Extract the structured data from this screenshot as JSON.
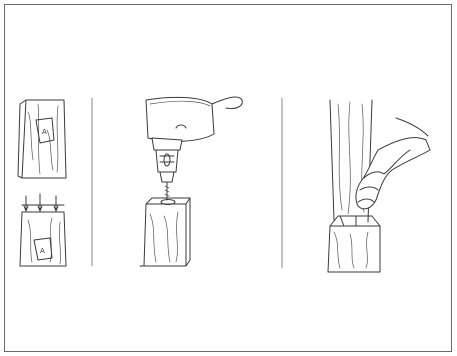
{
  "panels": [
    {
      "id": "mark-blocks",
      "labels": [
        "A",
        "A"
      ]
    },
    {
      "id": "drill-block",
      "labels": []
    },
    {
      "id": "fit-block-on-leg",
      "labels": []
    }
  ]
}
